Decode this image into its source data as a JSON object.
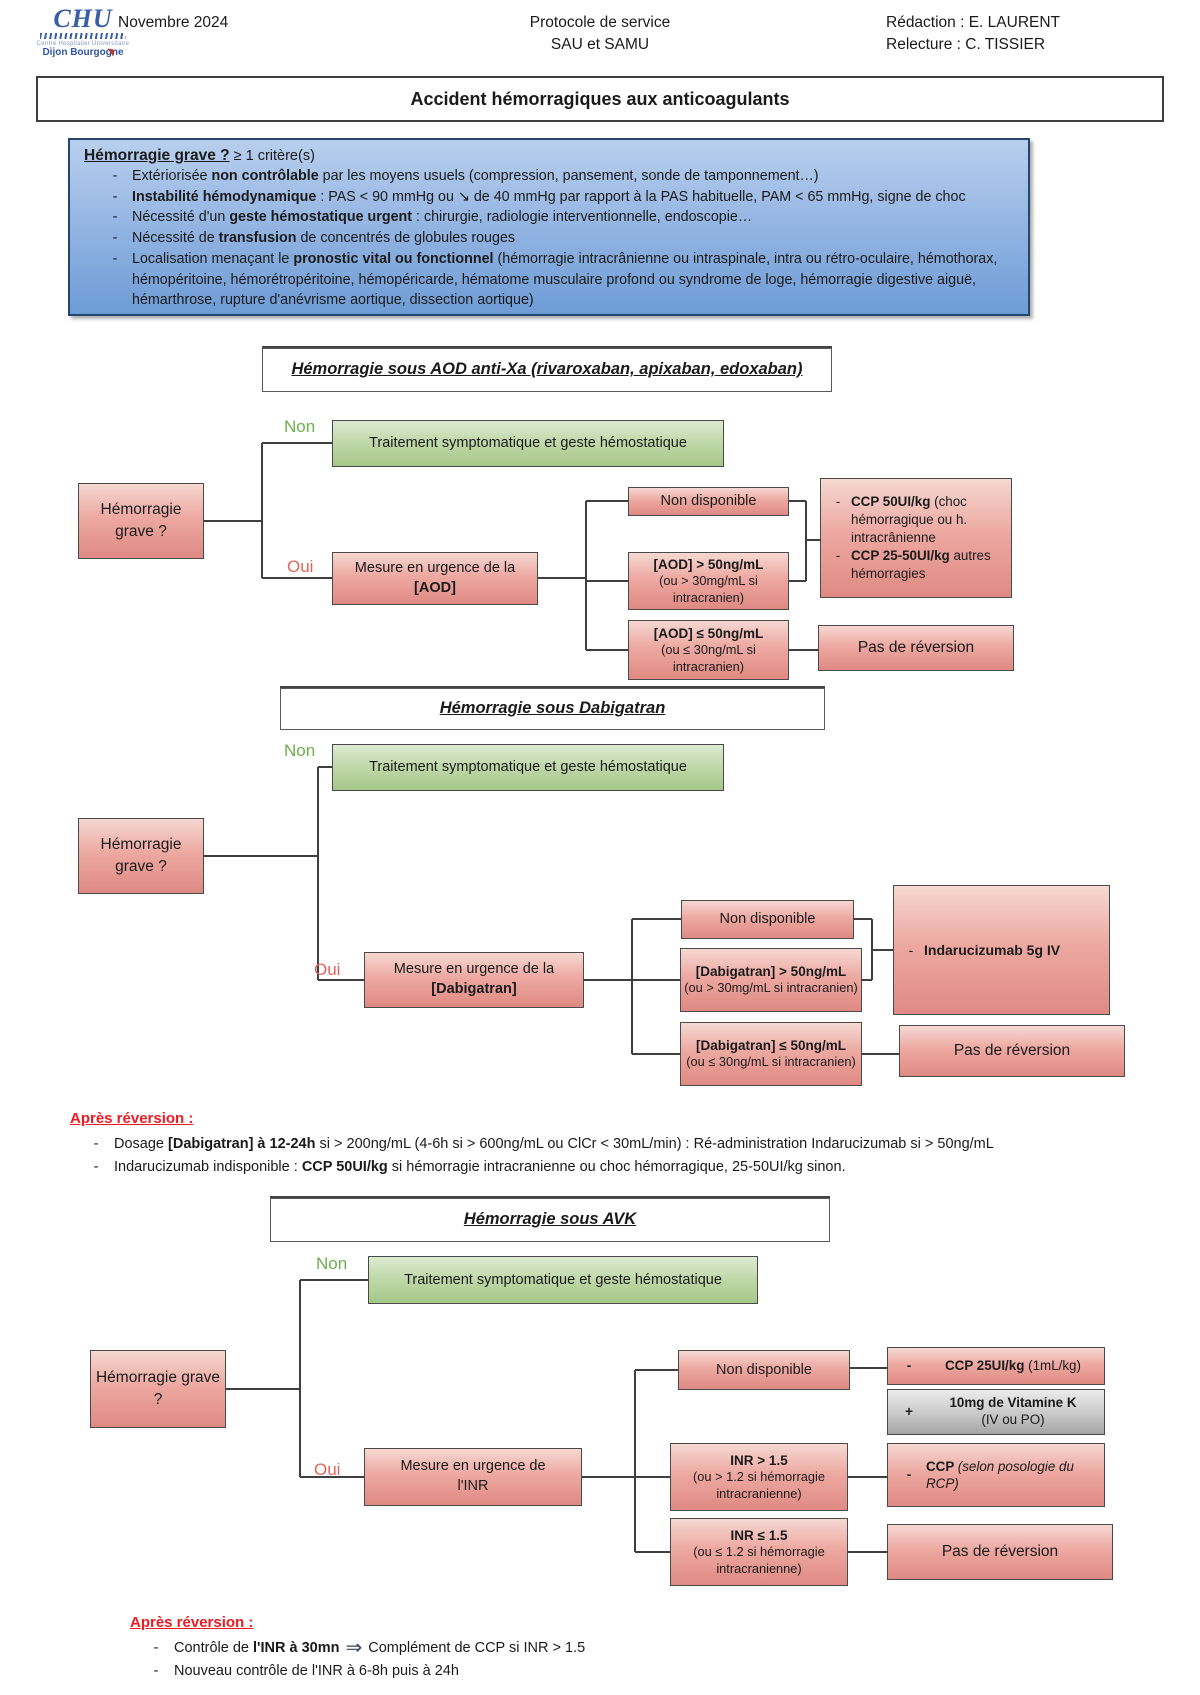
{
  "bullet_char": "-",
  "colors": {
    "box_red": "#df8a83",
    "box_green": "#a6c789",
    "criteria_blue": "#6e9cd6",
    "grey_box": "#a5a5a5",
    "label_non": "#6fae4e",
    "label_oui": "#e2665c",
    "heading_red": "#ed1b24"
  },
  "header": {
    "logo": {
      "acronym": "CHU",
      "org": "Centre Hospitalier Universitaire",
      "city": "Dijon Bourgogne"
    },
    "date": "Novembre 2024",
    "center": {
      "line1": "Protocole de service",
      "line2": "SAU et SAMU"
    },
    "right": {
      "line1": "Rédaction : E. LAURENT",
      "line2": "Relecture : C. TISSIER"
    }
  },
  "document_title": "Accident hémorragiques aux anticoagulants",
  "labels": {
    "non": "Non",
    "oui": "Oui"
  },
  "criteria": {
    "heading": "Hémorragie grave ?",
    "suffix": " ≥ 1 critère(s)",
    "items": [
      [
        {
          "t": "Extériorisée "
        },
        {
          "t": "non contrôlable",
          "b": true
        },
        {
          "t": " par les moyens usuels (compression, pansement, sonde de tamponnement…)"
        }
      ],
      [
        {
          "t": "Instabilité hémodynamique",
          "b": true
        },
        {
          "t": " : PAS < 90 mmHg ou ↘ de 40 mmHg par rapport à la PAS habituelle, PAM < 65 mmHg, signe de choc"
        }
      ],
      [
        {
          "t": "Nécessité d'un "
        },
        {
          "t": "geste hémostatique urgent",
          "b": true
        },
        {
          "t": " : chirurgie, radiologie interventionnelle, endoscopie…"
        }
      ],
      [
        {
          "t": "Nécessité de "
        },
        {
          "t": "transfusion",
          "b": true
        },
        {
          "t": " de concentrés de globules rouges"
        }
      ],
      [
        {
          "t": "Localisation menaçant le "
        },
        {
          "t": "pronostic vital ou fonctionnel",
          "b": true
        },
        {
          "t": " (hémorragie intracrânienne ou intraspinale, intra ou rétro-oculaire, hémothorax, hémopéritoine, hémorétropéritoine, hémopéricarde, hématome musculaire profond ou syndrome de loge, hémorragie digestive aiguë, hémarthrose, rupture d'anévrisme aortique, dissection aortique)"
        }
      ]
    ]
  },
  "flow_aod": {
    "title": "Hémorragie sous AOD anti-Xa (rivaroxaban, apixaban, edoxaban)",
    "grave": "Hémorragie grave ?",
    "green": "Traitement symptomatique et geste hémostatique",
    "mesure": {
      "line1": "Mesure en urgence de la",
      "line2": "[AOD]"
    },
    "nondispo": "Non disponible",
    "cond_sup": {
      "line1": "[AOD] > 50ng/mL",
      "line2": "(ou > 30mg/mL si intracranien)"
    },
    "cond_inf": {
      "line1": "[AOD] ≤ 50ng/mL",
      "line2": "(ou ≤ 30ng/mL si intracranien)"
    },
    "ccp": {
      "items": [
        [
          {
            "t": "CCP 50UI/kg",
            "b": true
          },
          {
            "t": " (choc hémorragique ou h. intracrânienne"
          }
        ],
        [
          {
            "t": "CCP 25-50UI/kg",
            "b": true
          },
          {
            "t": " autres hémorragies"
          }
        ]
      ]
    },
    "pasrev": "Pas de réversion"
  },
  "flow_dabi": {
    "title": "Hémorragie sous Dabigatran",
    "grave": "Hémorragie grave ?",
    "green": "Traitement symptomatique et geste hémostatique",
    "mesure": {
      "line1": "Mesure en urgence de la",
      "line2": "[Dabigatran]"
    },
    "nondispo": "Non disponible",
    "cond_sup": {
      "line1": "[Dabigatran] > 50ng/mL",
      "line2": "(ou > 30mg/mL si intracranien)"
    },
    "cond_inf": {
      "line1": "[Dabigatran] ≤ 50ng/mL",
      "line2": "(ou ≤ 30ng/mL si intracranien)"
    },
    "indaru": {
      "items": [
        [
          {
            "t": "Indarucizumab 5g IV",
            "b": true
          }
        ]
      ]
    },
    "pasrev": "Pas de réversion"
  },
  "apres_dabi": {
    "heading": "Après réversion :",
    "items": [
      [
        {
          "t": "Dosage "
        },
        {
          "t": "[Dabigatran] à 12-24h",
          "b": true
        },
        {
          "t": " si > 200ng/mL (4-6h si > 600ng/mL ou ClCr < 30mL/min) : Ré-administration Indarucizumab si > 50ng/mL"
        }
      ],
      [
        {
          "t": "Indarucizumab indisponible : "
        },
        {
          "t": "CCP 50UI/kg",
          "b": true
        },
        {
          "t": " si hémorragie intracranienne ou choc hémorragique, 25-50UI/kg sinon."
        }
      ]
    ]
  },
  "flow_avk": {
    "title": "Hémorragie sous AVK",
    "grave": "Hémorragie grave ?",
    "green": "Traitement symptomatique et geste hémostatique",
    "mesure": {
      "line1": "Mesure en urgence de",
      "line2": "l'INR"
    },
    "nondispo": "Non disponible",
    "ccp25": {
      "prefix": "-",
      "segments": [
        {
          "t": "CCP 25UI/kg",
          "b": true
        },
        {
          "t": " (1mL/kg)"
        }
      ]
    },
    "vitk": {
      "prefix": "+",
      "line1": "10mg de Vitamine K",
      "line2": "(IV ou PO)"
    },
    "cond_sup": {
      "line1": "INR > 1.5",
      "line2": "(ou > 1.2 si hémorragie intracranienne)"
    },
    "ccp_rcp": {
      "prefix": "-",
      "segments": [
        {
          "t": "CCP ",
          "b": true
        },
        {
          "t": "(selon posologie du RCP)",
          "i": true
        }
      ]
    },
    "cond_inf": {
      "line1": "INR ≤ 1.5",
      "line2": "(ou ≤ 1.2 si hémorragie intracranienne)"
    },
    "pasrev": "Pas de réversion"
  },
  "apres_avk": {
    "heading": "Après réversion :",
    "items": [
      [
        {
          "t": "Contrôle de "
        },
        {
          "t": "l'INR à 30mn",
          "b": true
        },
        {
          "t": "⇒",
          "cls": "arrow"
        },
        {
          "t": "Complément de CCP si INR > 1.5"
        }
      ],
      [
        {
          "t": "Nouveau contrôle de l'INR à 6-8h puis à 24h"
        }
      ]
    ]
  }
}
